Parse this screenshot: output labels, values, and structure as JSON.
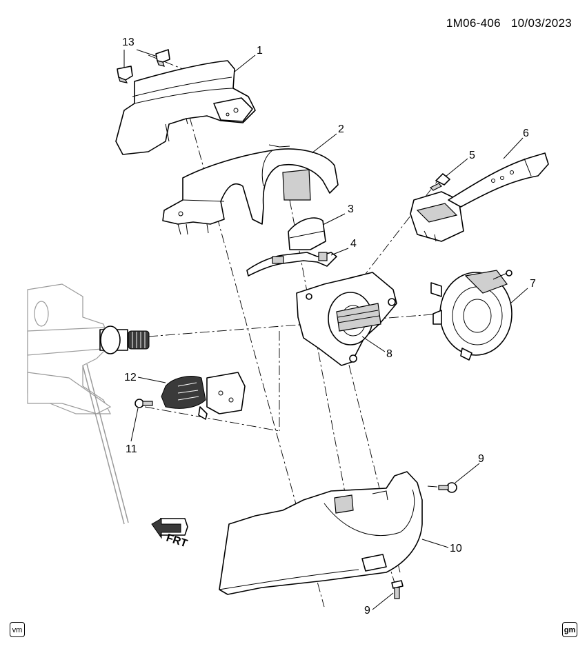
{
  "header": {
    "code": "1M06-406",
    "date": "10/03/2023"
  },
  "callouts": [
    "13",
    "1",
    "2",
    "6",
    "5",
    "3",
    "4",
    "7",
    "8",
    "12",
    "11",
    "9",
    "10",
    "9"
  ],
  "badges": {
    "left": "vm",
    "right": "gm"
  },
  "arrow_label": "FRT"
}
